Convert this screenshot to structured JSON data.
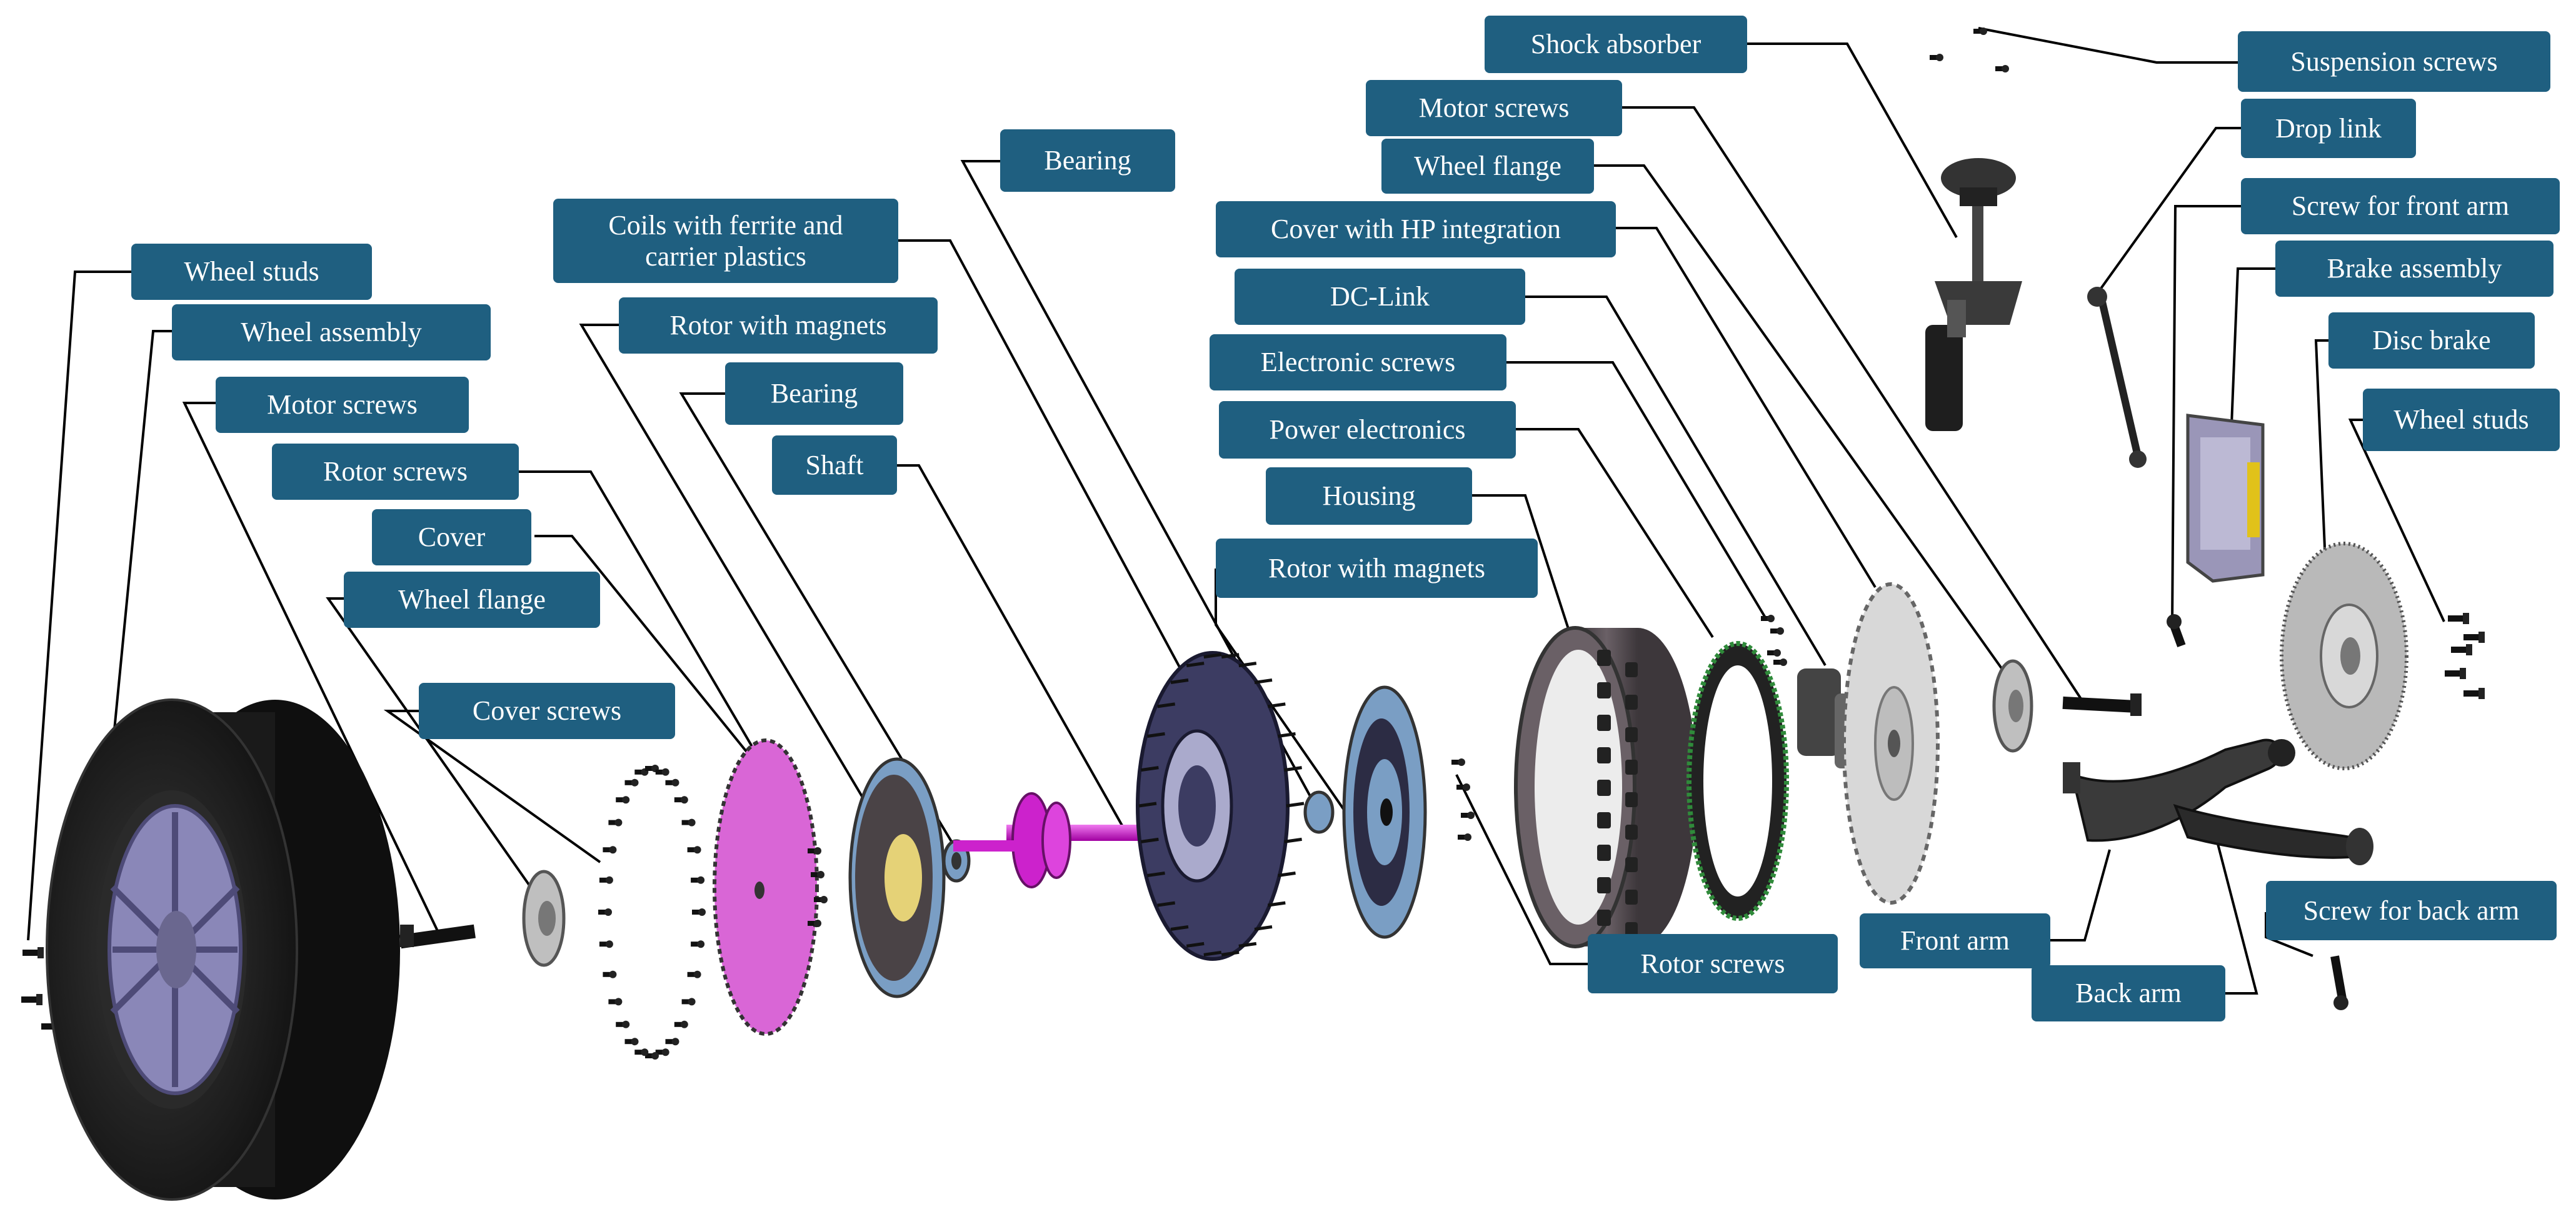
{
  "colors": {
    "label_bg": "#1f5f80",
    "label_text": "#ffffff",
    "leader_line": "#000000",
    "tire": "#1c1c1c",
    "rim": "#8a87b8",
    "cover": "#d966d6",
    "shaft": "#cc22cc",
    "stator": "#3c3c62",
    "rotor_disc": "#7a9ec4",
    "housing": "#5a5257",
    "coil_ring": "#2f8a3a",
    "electronics": "#444444",
    "hp_cover": "#d8d8d8",
    "suspension": "#2a2a2a",
    "brake_disc": "#b9b9b9",
    "caliper": "#9a96b8",
    "caliper_pad": "#e1c21a"
  },
  "labels": {
    "wheel_studs_left": "Wheel studs",
    "wheel_assembly": "Wheel assembly",
    "motor_screws_left": "Motor screws",
    "rotor_screws_left": "Rotor screws",
    "cover": "Cover",
    "wheel_flange_left": "Wheel flange",
    "cover_screws": "Cover screws",
    "coils": "Coils with ferrite and\ncarrier plastics",
    "rotor_magnets_left": "Rotor with magnets",
    "bearing_top": "Bearing",
    "bearing_mid": "Bearing",
    "shaft": "Shaft",
    "rotor_magnets_mid": "Rotor with magnets",
    "shock_absorber": "Shock absorber",
    "motor_screws_right": "Motor screws",
    "wheel_flange_right": "Wheel flange",
    "cover_hp": "Cover with HP integration",
    "dc_link": "DC-Link",
    "electronic_screws": "Electronic screws",
    "power_electronics": "Power electronics",
    "housing": "Housing",
    "rotor_screws_right": "Rotor screws",
    "suspension_screws": "Suspension screws",
    "drop_link": "Drop link",
    "screw_front_arm": "Screw for front arm",
    "brake_assembly": "Brake assembly",
    "disc_brake": "Disc brake",
    "wheel_studs_right": "Wheel studs",
    "front_arm": "Front arm",
    "back_arm": "Back arm",
    "screw_back_arm": "Screw for back arm"
  }
}
